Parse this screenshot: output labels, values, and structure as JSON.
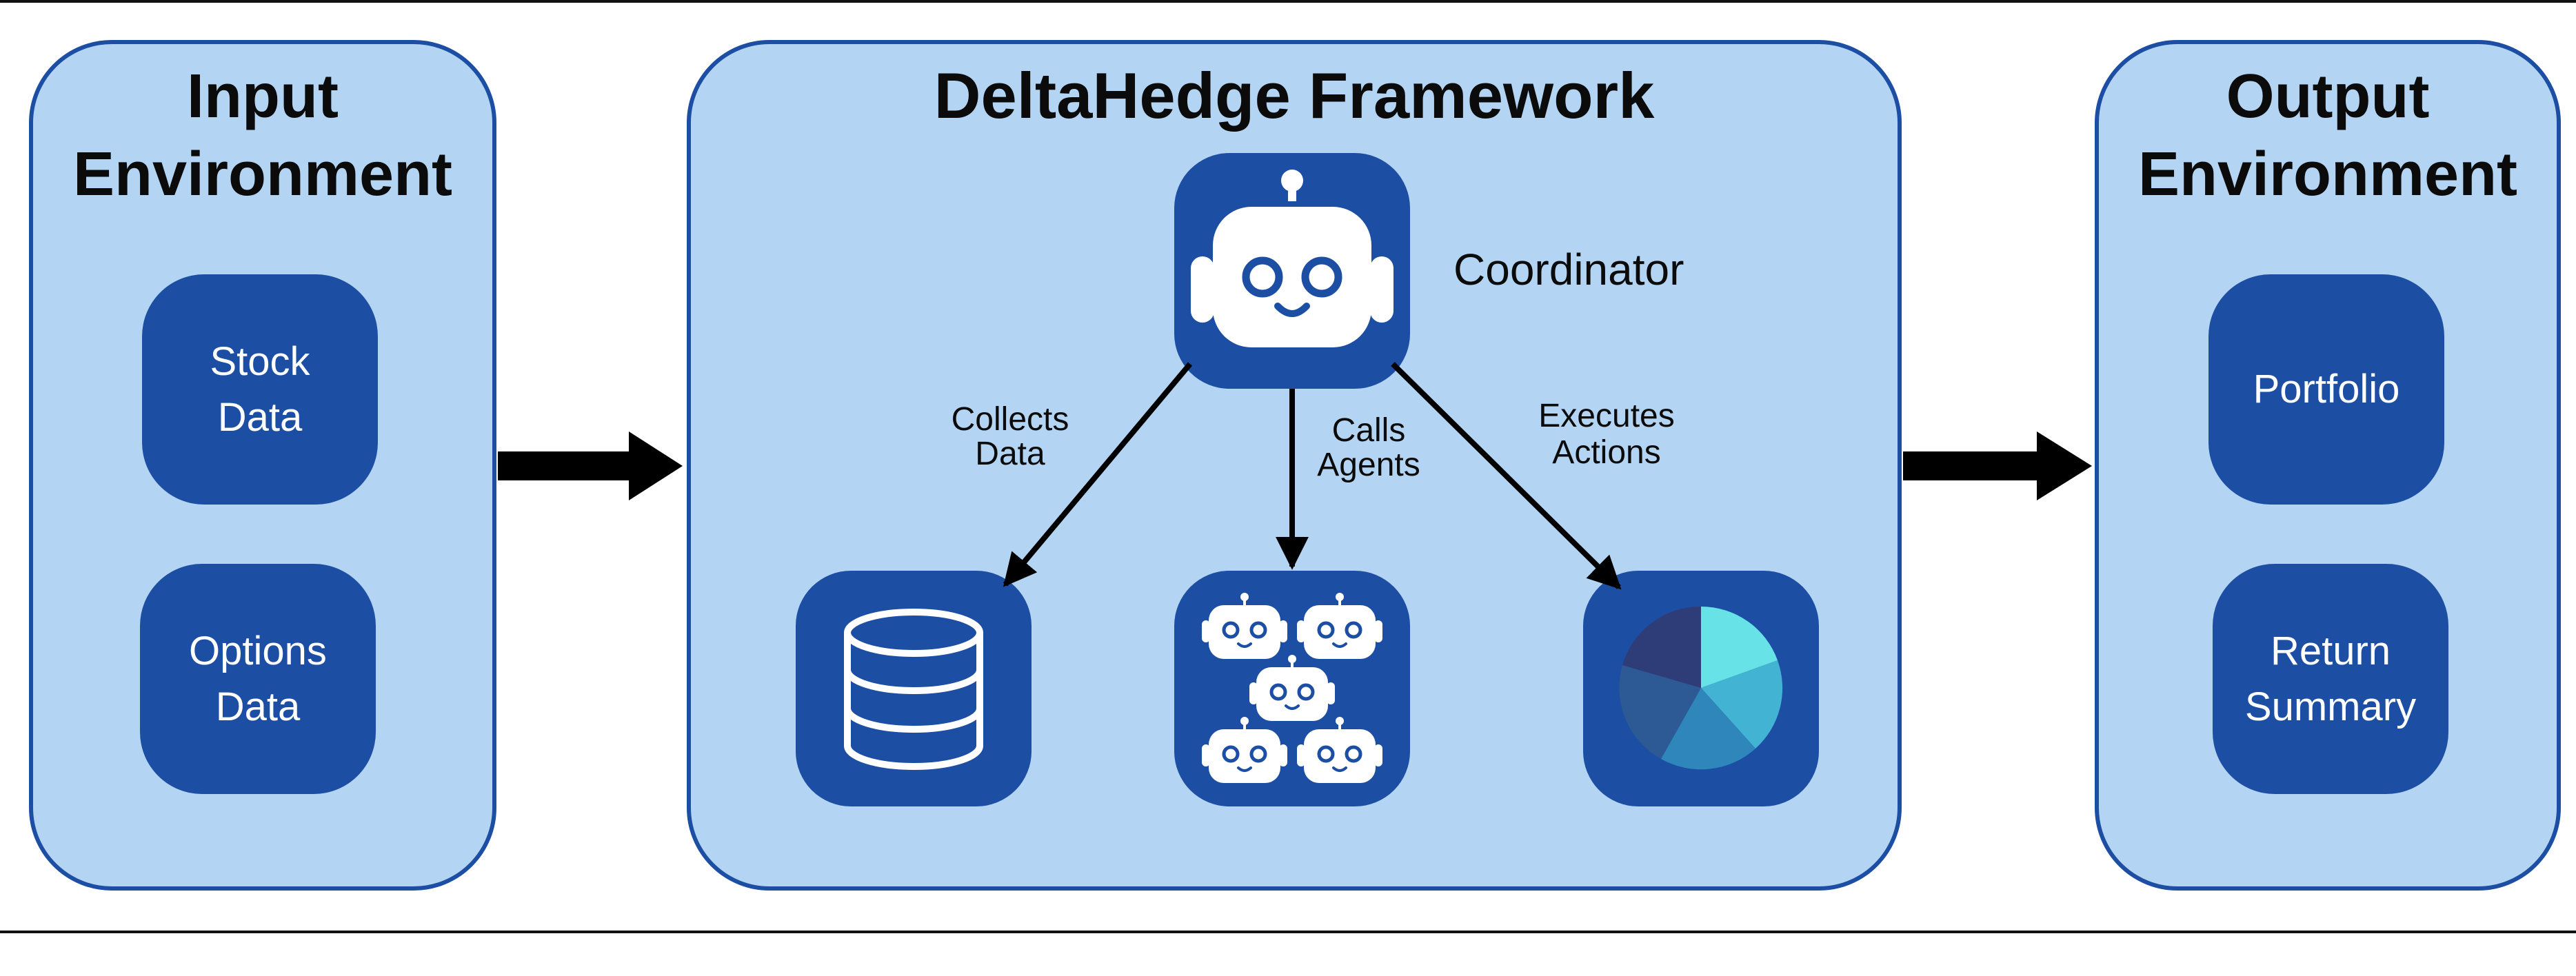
{
  "input_panel": {
    "title": "Input\nEnvironment",
    "items": [
      "Stock\nData",
      "Options\nData"
    ]
  },
  "framework_panel": {
    "title": "DeltaHedge Framework",
    "coordinator_label": "Coordinator",
    "edges": {
      "collects": "Collects\nData",
      "calls": "Calls\nAgents",
      "executes": "Executes\nActions"
    }
  },
  "output_panel": {
    "title": "Output\nEnvironment",
    "items": [
      "Portfolio",
      "Return\nSummary"
    ]
  },
  "icons": {
    "coordinator": "robot-icon",
    "data": "database-icon",
    "agents": "robot-group-icon",
    "actions": "pie-chart-icon"
  },
  "colors": {
    "panel_fill": "#b3d4f2",
    "panel_border": "#1c4ea3",
    "box_fill": "#1c4ea3",
    "arrow": "#000000"
  }
}
